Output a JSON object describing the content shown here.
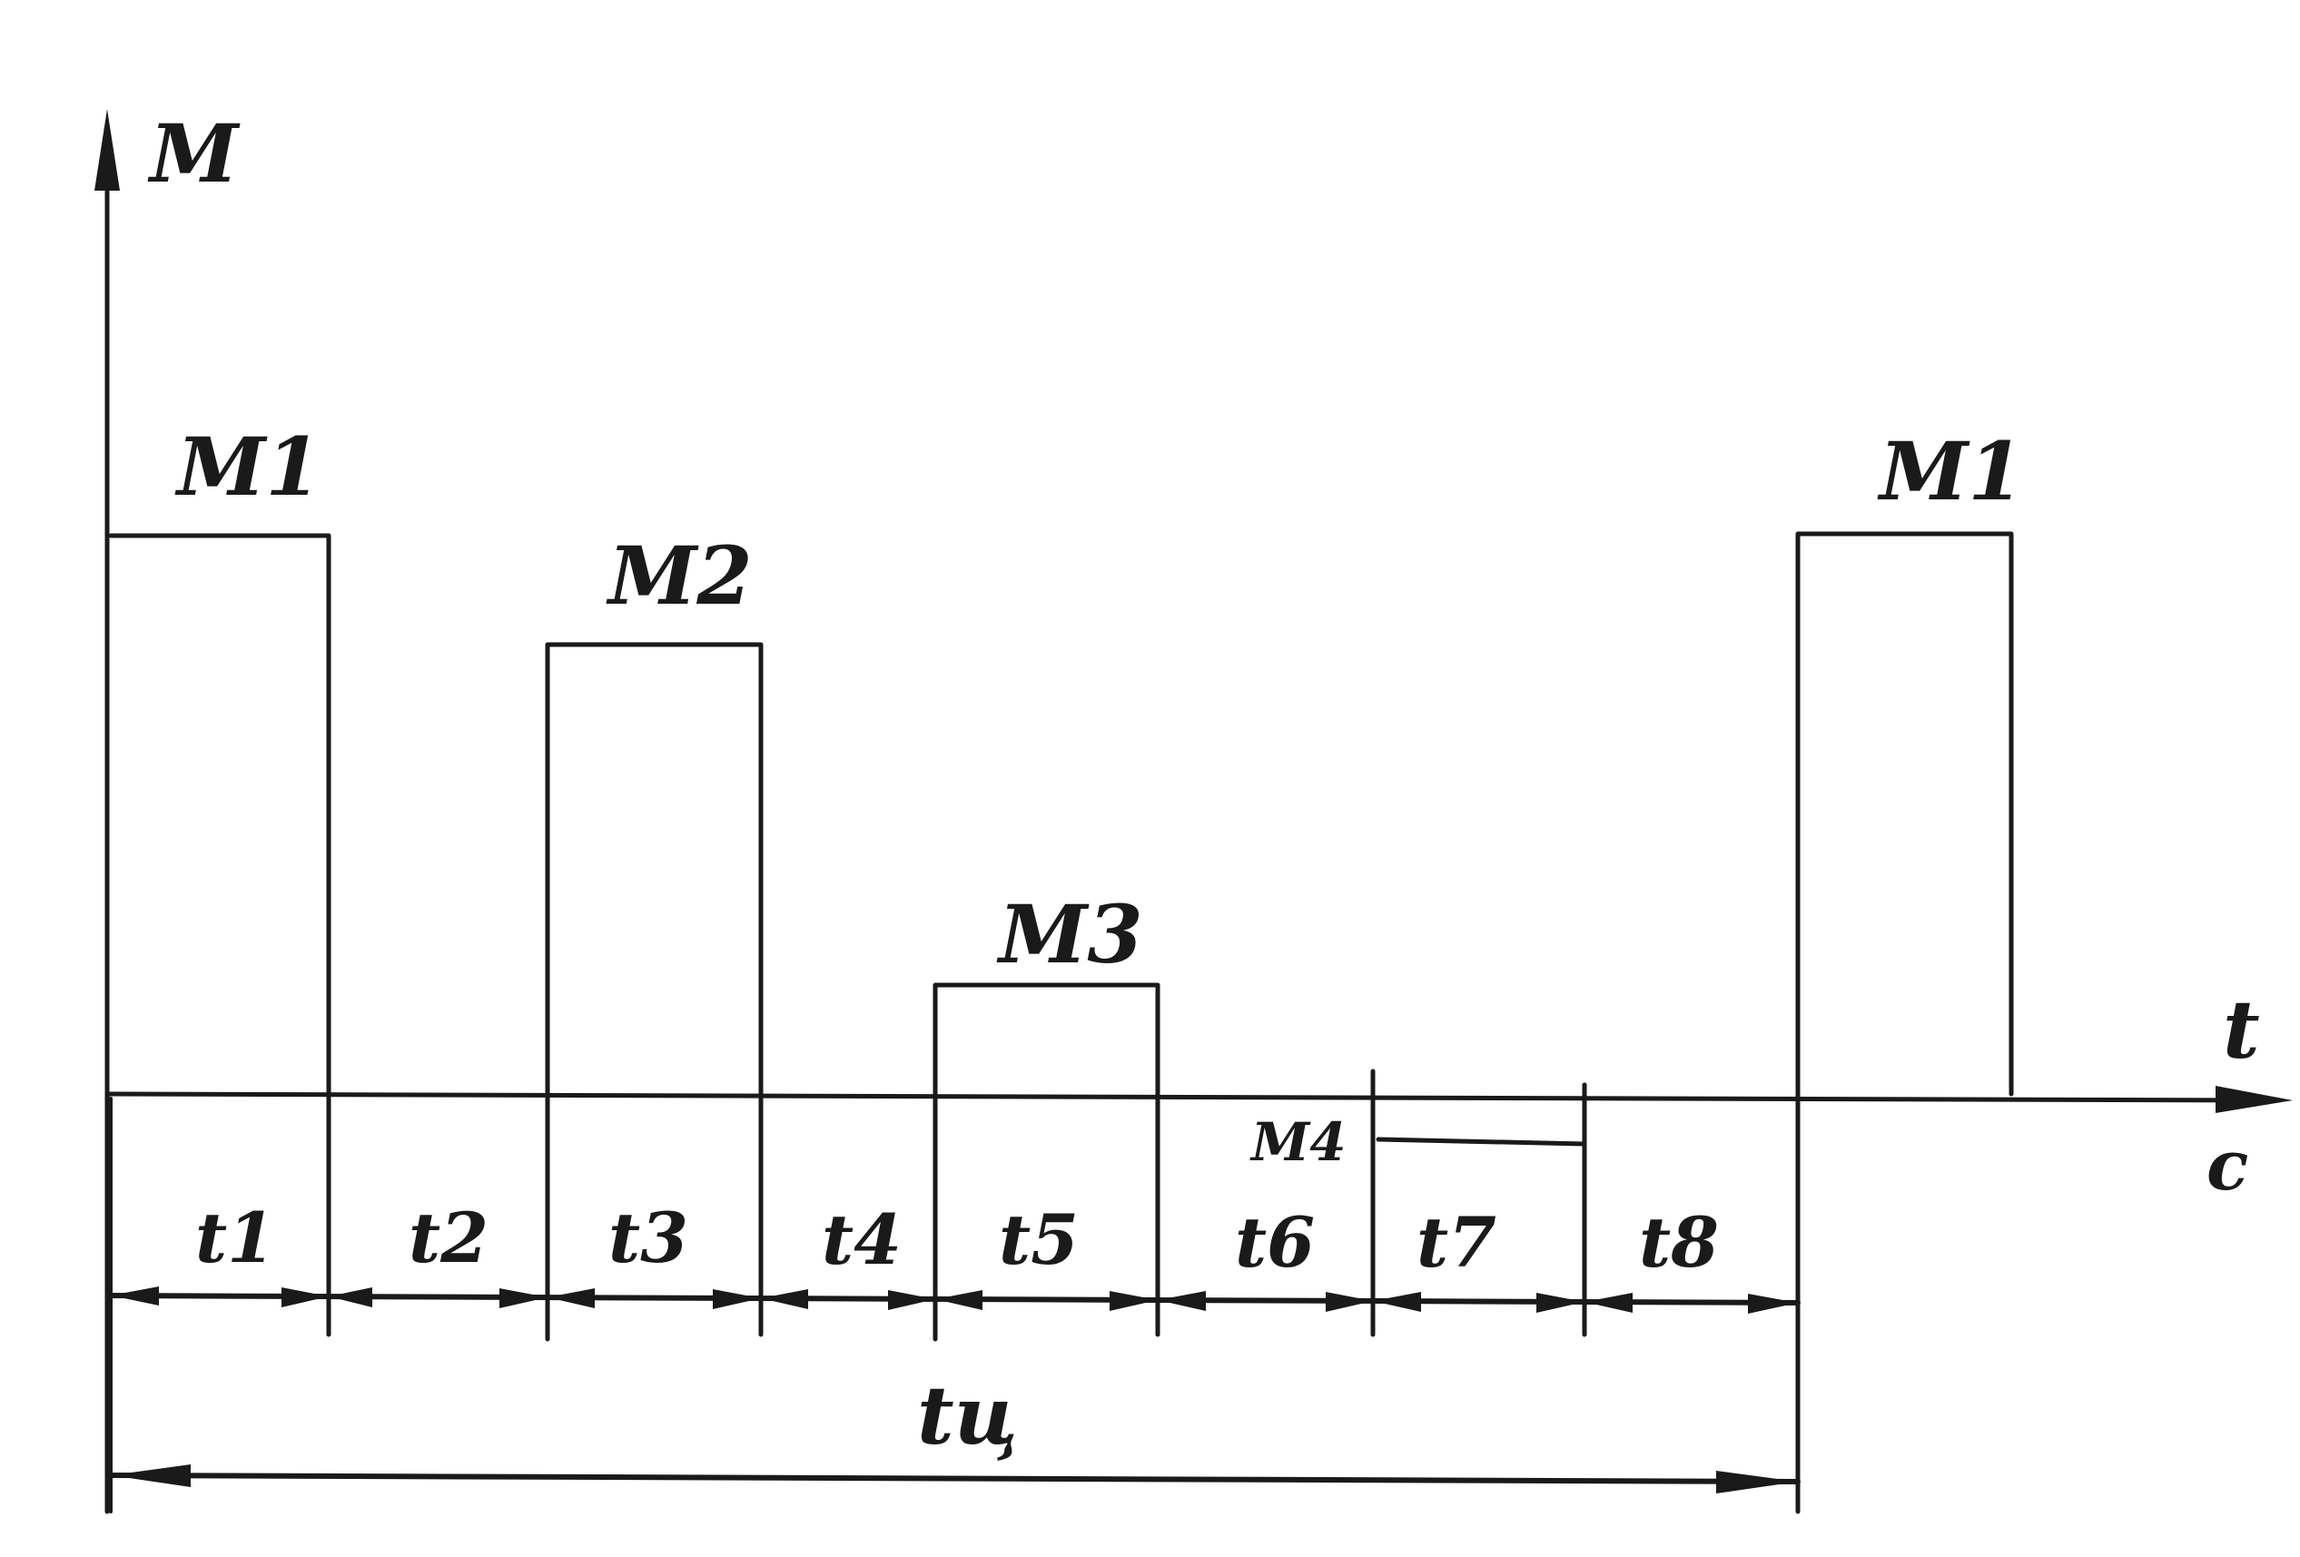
{
  "axes": {
    "y_label": "M",
    "x_label": "t",
    "x_unit": "c"
  },
  "pulses": [
    {
      "label": "M1"
    },
    {
      "label": "M2"
    },
    {
      "label": "M3"
    },
    {
      "label": "M4"
    },
    {
      "label": "M1"
    }
  ],
  "intervals": [
    {
      "label": "t1"
    },
    {
      "label": "t2"
    },
    {
      "label": "t3"
    },
    {
      "label": "t4"
    },
    {
      "label": "t5"
    },
    {
      "label": "t6"
    },
    {
      "label": "t7"
    },
    {
      "label": "t8"
    }
  ],
  "cycle": {
    "label": "tц"
  }
}
